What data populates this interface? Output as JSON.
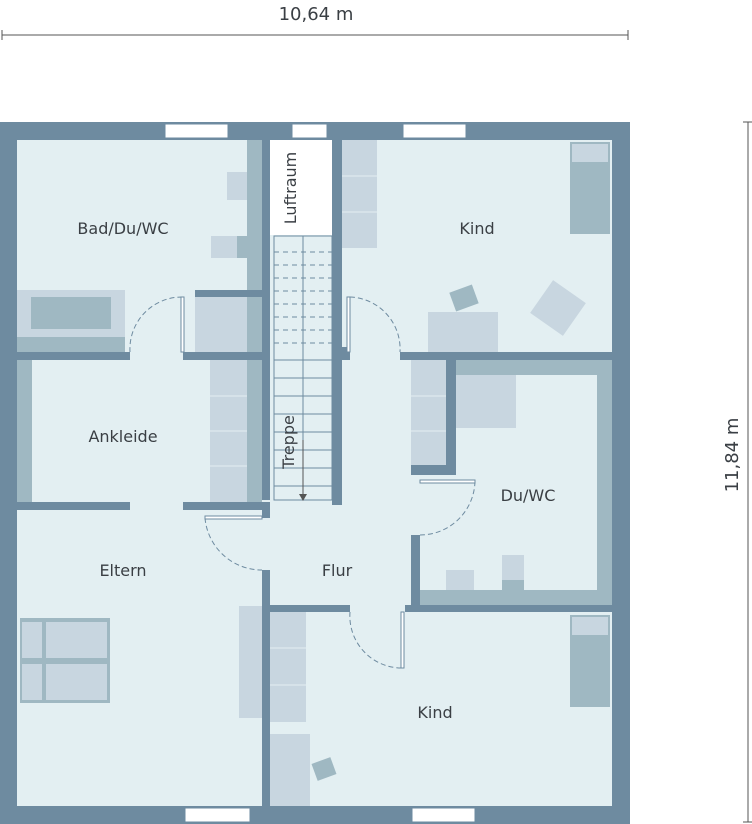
{
  "dimensions": {
    "width": "10,64 m",
    "height": "11,84 m"
  },
  "rooms": {
    "bad": "Bad/Du/WC",
    "luftraum": "Luftraum",
    "kind_top": "Kind",
    "ankleide": "Ankleide",
    "treppe": "Treppe",
    "du_wc": "Du/WC",
    "eltern": "Eltern",
    "flur": "Flur",
    "kind_bottom": "Kind"
  },
  "colors": {
    "wall": "#6e8ba0",
    "floor": "#e3eff2",
    "furniture": "#c8d6e0",
    "fixture": "#9fb8c2"
  }
}
